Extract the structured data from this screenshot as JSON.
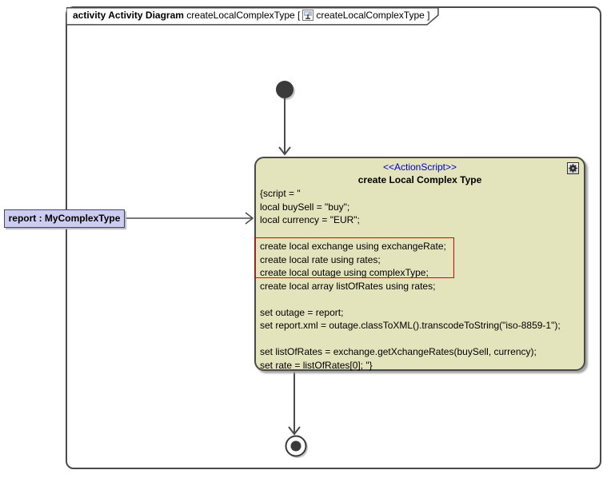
{
  "frame_title": {
    "prefix": "activity Activity Diagram",
    "diagram_name": "createLocalComplexType",
    "open_bracket": "[",
    "context_name": "createLocalComplexType",
    "close_bracket": "]"
  },
  "action": {
    "stereotype": "<<ActionScript>>",
    "name": "create Local Complex Type",
    "script_lines": [
      "{script = \"",
      "local buySell = \"buy\";",
      "local currency = \"EUR\";",
      "",
      "create local exchange using exchangeRate;",
      "create local rate using rates;",
      "create local outage using complexType;",
      "create local array listOfRates using rates;",
      "",
      "set outage = report;",
      "set report.xml = outage.classToXML().transcodeToString(\"iso-8859-1\");",
      "",
      "set listOfRates = exchange.getXchangeRates(buySell, currency);",
      "set rate = listOfRates[0]; \"}"
    ],
    "highlighted_line_indexes": [
      4,
      5,
      6
    ],
    "corner_icon": "gear-icon"
  },
  "pin_label": {
    "text": "report : MyComplexType"
  },
  "control_nodes": {
    "start": "initial-node",
    "end": "activity-final-node"
  },
  "colors": {
    "action_fill": "#e3e3bc",
    "action_border": "#4a4a4a",
    "stereotype_text": "#0000cc",
    "highlight_border": "#e00000",
    "pin_fill": "#ccccf0",
    "pin_border": "#45456e",
    "frame_border": "#4a4a4a",
    "edge": "#4b4b4b",
    "control_node_fill": "#3a3a3a"
  }
}
